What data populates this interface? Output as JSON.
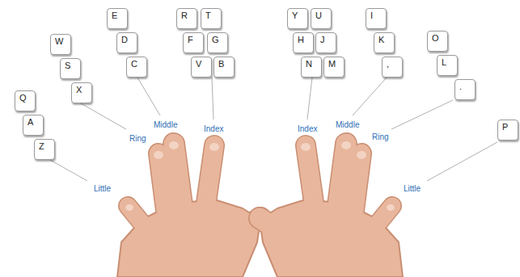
{
  "diagram": {
    "nodes": [
      {
        "text": [
          "Q"
        ]
      },
      {
        "text": [
          "A"
        ]
      },
      {
        "text": [
          "Z"
        ]
      },
      {
        "text": [
          "W"
        ]
      },
      {
        "text": [
          "S"
        ]
      },
      {
        "text": [
          "X"
        ]
      },
      {
        "text": [
          "E"
        ]
      },
      {
        "text": [
          "D"
        ]
      },
      {
        "text": [
          "C"
        ]
      },
      {
        "text": [
          "R"
        ]
      },
      {
        "text": [
          "T"
        ]
      },
      {
        "text": [
          "F"
        ]
      },
      {
        "text": [
          "G"
        ]
      },
      {
        "text": [
          "V"
        ]
      },
      {
        "text": [
          "B"
        ]
      },
      {
        "text": [
          "Y"
        ]
      },
      {
        "text": [
          "U"
        ]
      },
      {
        "text": [
          "H"
        ]
      },
      {
        "text": [
          "J"
        ]
      },
      {
        "text": [
          "N"
        ]
      },
      {
        "text": [
          "M"
        ]
      },
      {
        "text": [
          "I"
        ]
      },
      {
        "text": [
          "K"
        ]
      },
      {
        "text": [
          ","
        ]
      },
      {
        "text": [
          "O"
        ]
      },
      {
        "text": [
          "L"
        ]
      },
      {
        "text": [
          "."
        ]
      },
      {
        "text": [
          "P"
        ]
      }
    ],
    "labels": [
      "Little",
      "Ring",
      "Middle",
      "Index",
      "Index",
      "Middle",
      "Ring",
      "Little"
    ]
  }
}
